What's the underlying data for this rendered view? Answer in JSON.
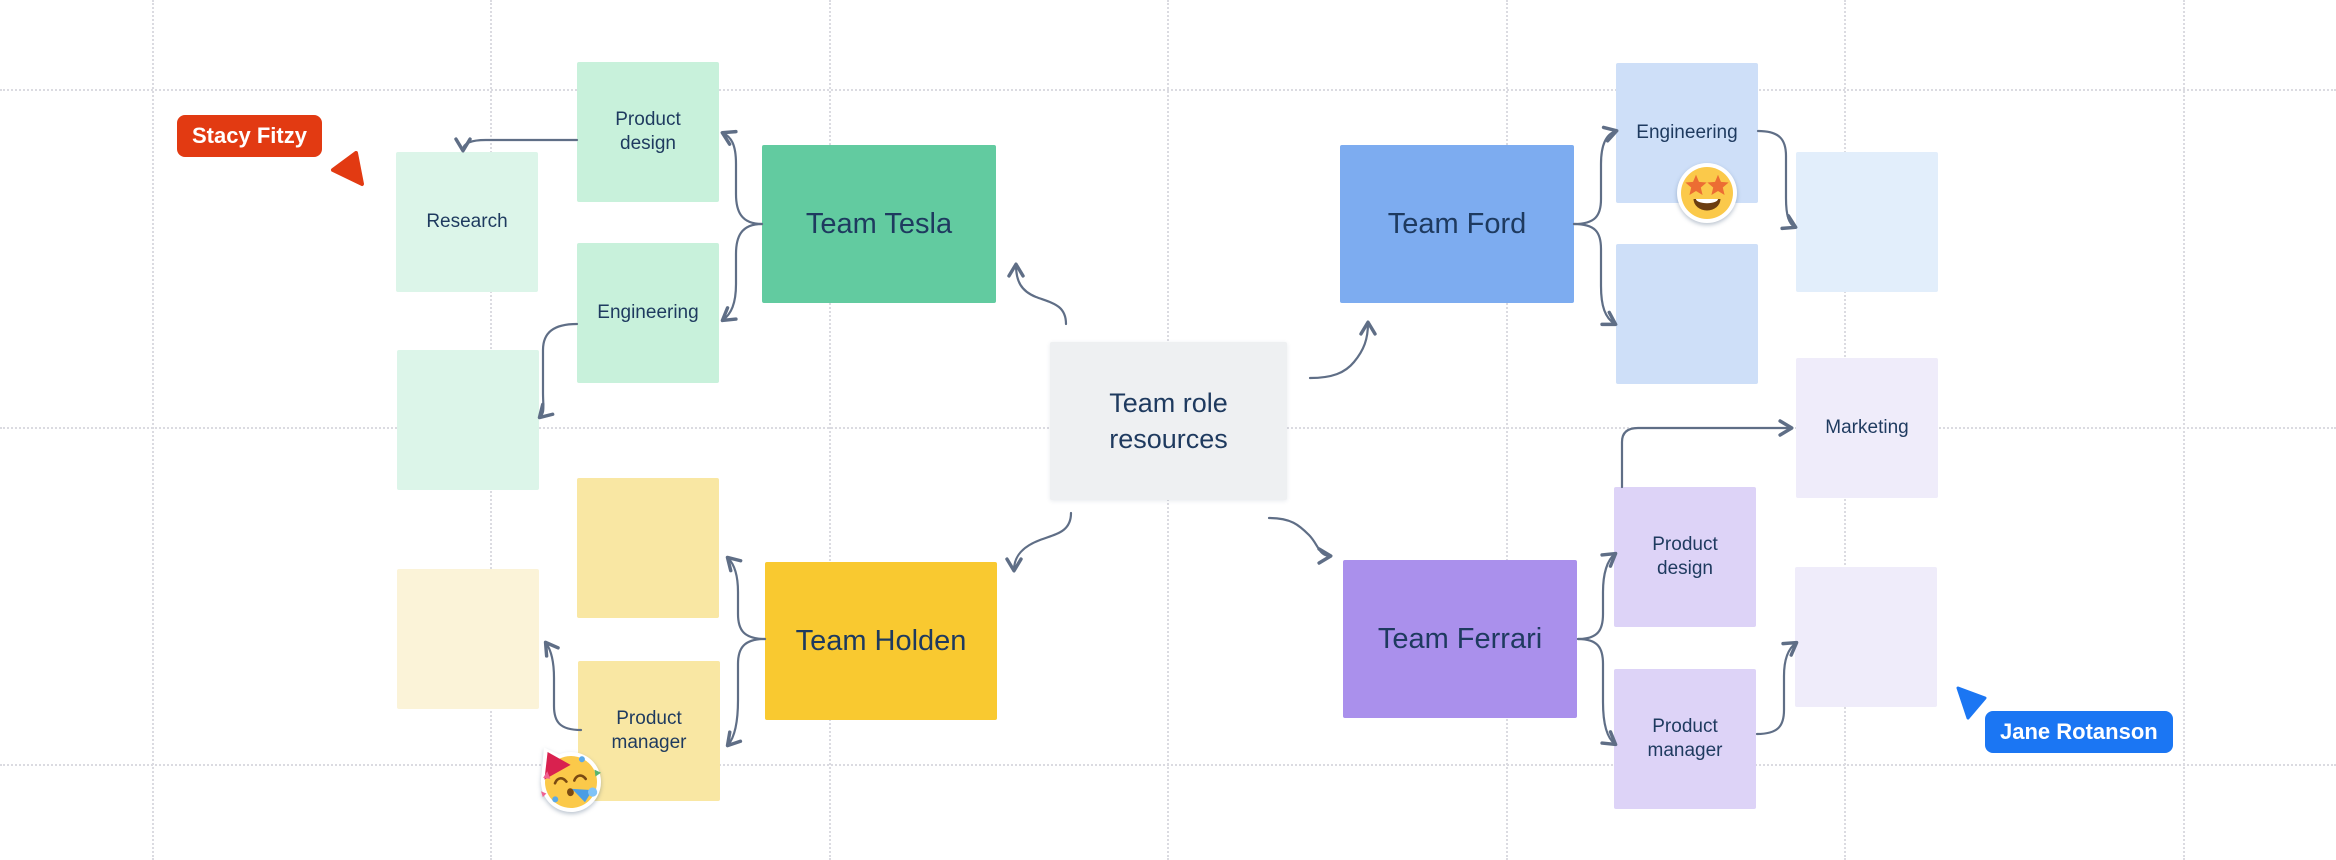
{
  "canvas": {
    "background": "#ffffff",
    "grid_color": "#dbdbe1",
    "connector_color": "#5f6e86",
    "text_color": "#1e3a5f"
  },
  "center_node": {
    "label": "Team role resources",
    "bg": "#eef0f2"
  },
  "teams": {
    "tesla": {
      "label": "Team Tesla",
      "bg": "#62cba0"
    },
    "ford": {
      "label": "Team Ford",
      "bg": "#7dacf0"
    },
    "holden": {
      "label": "Team Holden",
      "bg": "#f9c930"
    },
    "ferrari": {
      "label": "Team Ferrari",
      "bg": "#aa90ec"
    }
  },
  "stickies": {
    "research": {
      "label": "Research",
      "bg": "#dcf5e9"
    },
    "mint_empty": {
      "label": "",
      "bg": "#dcf5e9"
    },
    "tesla_product_design": {
      "label": "Product design",
      "bg": "#c8f1db"
    },
    "tesla_engineering": {
      "label": "Engineering",
      "bg": "#c8f1db"
    },
    "ford_engineering": {
      "label": "Engineering",
      "bg": "#cedff8"
    },
    "ford_empty": {
      "label": "",
      "bg": "#cedff8"
    },
    "ford_pale_empty": {
      "label": "",
      "bg": "#e2eefb"
    },
    "marketing": {
      "label": "Marketing",
      "bg": "#efecfa"
    },
    "ferrari_product_design": {
      "label": "Product design",
      "bg": "#ddd3f7"
    },
    "ferrari_product_manager": {
      "label": "Product manager",
      "bg": "#ddd3f7"
    },
    "ferrari_pale_empty": {
      "label": "",
      "bg": "#efecfa"
    },
    "holden_empty": {
      "label": "",
      "bg": "#f9e7a3"
    },
    "holden_product_manager": {
      "label": "Product manager",
      "bg": "#f9e7a3"
    },
    "holden_cream_empty": {
      "label": "",
      "bg": "#fbf3d8"
    }
  },
  "edges": [
    {
      "from": "center",
      "to": "team_tesla"
    },
    {
      "from": "center",
      "to": "team_ford"
    },
    {
      "from": "center",
      "to": "team_holden"
    },
    {
      "from": "center",
      "to": "team_ferrari"
    },
    {
      "from": "team_tesla",
      "to": "tesla_product_design"
    },
    {
      "from": "team_tesla",
      "to": "tesla_engineering"
    },
    {
      "from": "tesla_product_design",
      "to": "research"
    },
    {
      "from": "tesla_engineering",
      "to": "mint_empty"
    },
    {
      "from": "team_ford",
      "to": "ford_engineering"
    },
    {
      "from": "team_ford",
      "to": "ford_empty"
    },
    {
      "from": "ford_engineering",
      "to": "ford_pale_empty"
    },
    {
      "from": "ferrari_product_design",
      "to": "marketing"
    },
    {
      "from": "team_ferrari",
      "to": "ferrari_product_design"
    },
    {
      "from": "team_ferrari",
      "to": "ferrari_product_manager"
    },
    {
      "from": "ferrari_product_manager",
      "to": "ferrari_pale_empty"
    },
    {
      "from": "team_holden",
      "to": "holden_empty"
    },
    {
      "from": "team_holden",
      "to": "holden_product_manager"
    },
    {
      "from": "holden_product_manager",
      "to": "holden_cream_empty"
    }
  ],
  "cursors": {
    "stacy": {
      "name": "Stacy Fitzy",
      "color": "#e23a12"
    },
    "jane": {
      "name": "Jane Rotanson",
      "color": "#1b76f3"
    }
  },
  "stickers": {
    "star_struck": {
      "emoji_name": "star-struck"
    },
    "partying_face": {
      "emoji_name": "partying-face"
    }
  }
}
